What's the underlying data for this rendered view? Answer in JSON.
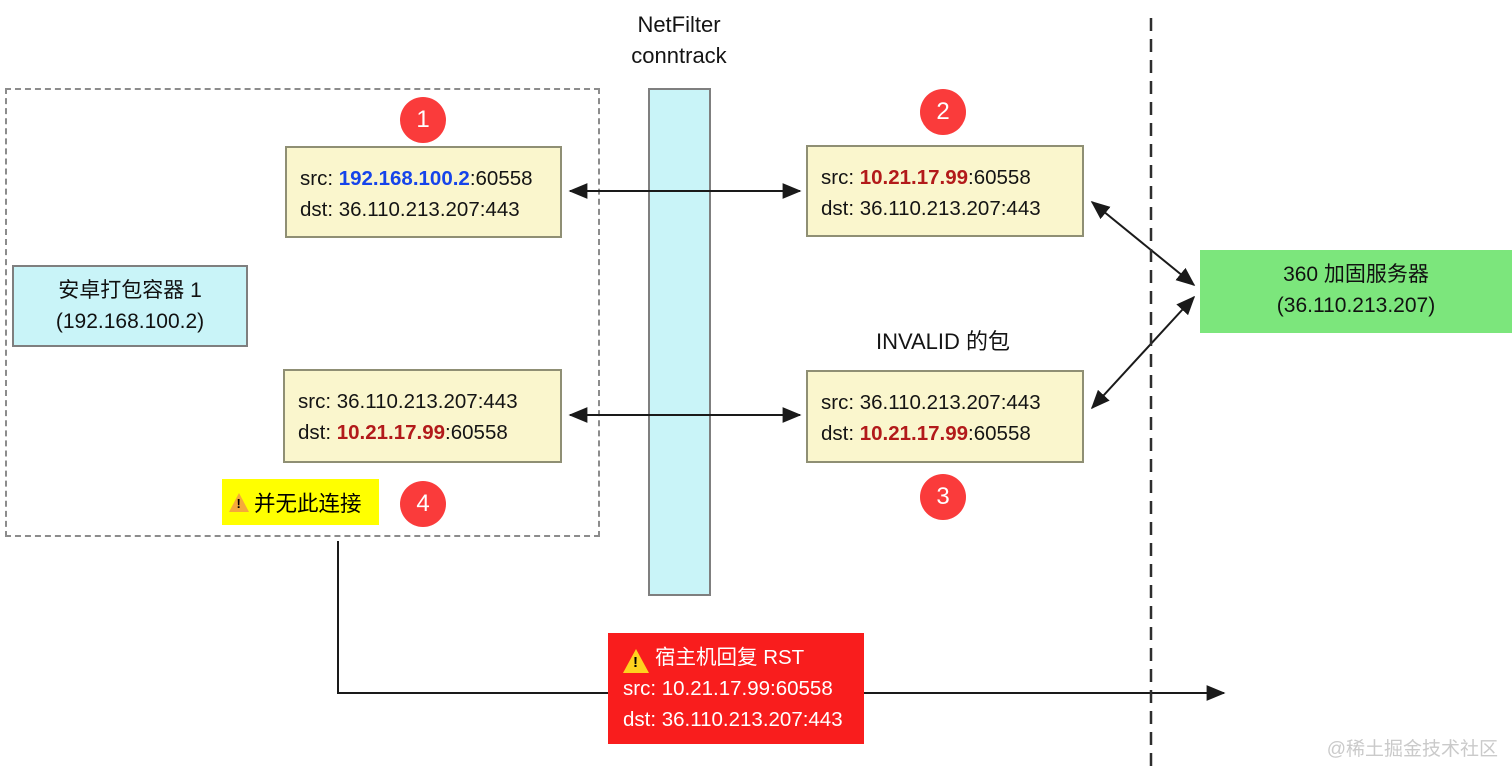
{
  "title": {
    "line1": "NetFilter",
    "line2": "conntrack"
  },
  "container_label": {
    "line1": "安卓打包容器 1",
    "line2": "(192.168.100.2)"
  },
  "server_label": {
    "line1": "360 加固服务器",
    "line2": "(36.110.213.207)"
  },
  "invalid_label": "INVALID 的包",
  "no_connection_label": "并无此连接",
  "badges": {
    "b1": "1",
    "b2": "2",
    "b3": "3",
    "b4": "4"
  },
  "packets": {
    "p1": {
      "src_prefix": "src: ",
      "src_ip": "192.168.100.2",
      "src_suffix": ":60558",
      "dst_prefix": "dst: ",
      "dst_ip": "36.110.213.207",
      "dst_suffix": ":443"
    },
    "p2": {
      "src_prefix": "src: ",
      "src_ip": "10.21.17.99",
      "src_suffix": ":60558",
      "dst_prefix": "dst: ",
      "dst_ip": "36.110.213.207",
      "dst_suffix": ":443"
    },
    "p3": {
      "src_prefix": "src: ",
      "src_ip": "36.110.213.207",
      "src_suffix": ":443",
      "dst_prefix": "dst: ",
      "dst_ip": "10.21.17.99",
      "dst_suffix": ":60558"
    },
    "p4": {
      "src_prefix": "src: ",
      "src_ip": "36.110.213.207",
      "src_suffix": ":443",
      "dst_prefix": "dst: ",
      "dst_ip": "10.21.17.99",
      "dst_suffix": ":60558"
    }
  },
  "rst_box": {
    "title": "宿主机回复 RST",
    "line2": "src: 10.21.17.99:60558",
    "line3": "dst: 36.110.213.207:443"
  },
  "icons": {
    "exclamation": "!"
  },
  "watermark": "@稀土掘金技术社区",
  "colors": {
    "highlight_blue": "#1644EA",
    "highlight_red": "#B21A1A",
    "badge_red": "#FA3B3B",
    "rst_red": "#F91D1D",
    "packet_yellow": "#FAF6CD",
    "conntrack_cyan": "#C9F4F8",
    "server_green": "#7CE67C",
    "warning_yellow": "#FFFF00"
  }
}
